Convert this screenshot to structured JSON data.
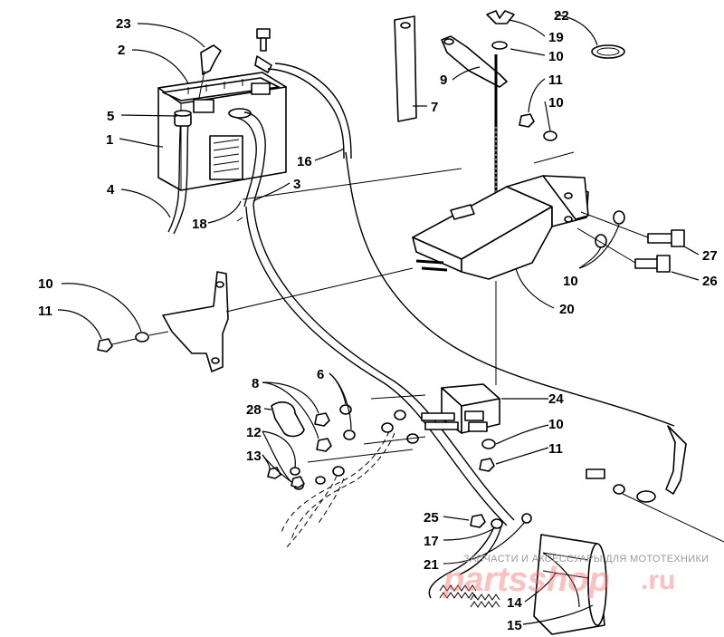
{
  "diagram": {
    "callouts": {
      "c23": "23",
      "c2": "2",
      "c5": "5",
      "c1": "1",
      "c4": "4",
      "c18": "18",
      "c3": "3",
      "c16": "16",
      "c7": "7",
      "c9": "9",
      "c22": "22",
      "c19": "19",
      "c10a": "10",
      "c11a": "11",
      "c10b": "10",
      "c27": "27",
      "c26": "26",
      "c10c": "10",
      "c20": "20",
      "c10d": "10",
      "c11b": "11",
      "c8": "8",
      "c6": "6",
      "c28": "28",
      "c12": "12",
      "c13": "13",
      "c24": "24",
      "c10e": "10",
      "c11c": "11",
      "c25": "25",
      "c17": "17",
      "c21": "21",
      "c14": "14",
      "c15": "15"
    }
  },
  "watermark": {
    "caption": "ЗАПЧАСТИ И АКСЕССУАРЫ ДЛЯ МОТОТЕХНИКИ",
    "logo": "partsshop",
    "tld": ".ru"
  }
}
